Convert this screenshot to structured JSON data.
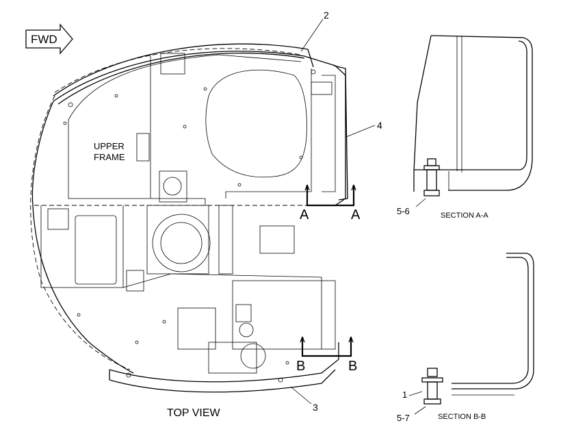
{
  "labels": {
    "fwd": "FWD",
    "upper_frame_1": "UPPER",
    "upper_frame_2": "FRAME",
    "top_view": "TOP VIEW",
    "section_aa": "SECTION A-A",
    "section_bb": "SECTION B-B",
    "callout_2": "2",
    "callout_3": "3",
    "callout_4": "4",
    "callout_5_6": "5-6",
    "callout_5_7": "5-7",
    "callout_1": "1",
    "cut_a_left": "A",
    "cut_a_right": "A",
    "cut_b_left": "B",
    "cut_b_right": "B"
  }
}
